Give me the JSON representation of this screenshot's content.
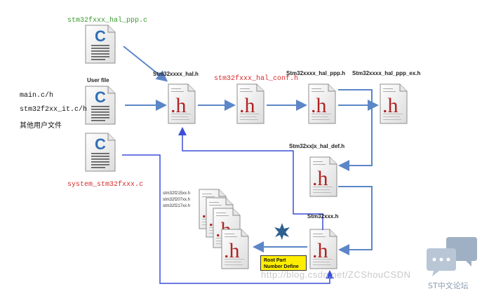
{
  "labels": {
    "hal_ppp_c": "stm32fxxx_hal_ppp.c",
    "user_file": "User file",
    "main_c": "main.c/h",
    "it_c": "stm32f2xx_it.c/h",
    "other_files": "其他用户文件",
    "system_c": "system_stm32fxxx.c",
    "hal_h": "Stm32xxxx_hal.h",
    "hal_conf_h": "stm32fxxx_hal_conf.h",
    "hal_ppp_h": "Stm32xxxx_hal_ppp.h",
    "hal_ppp_ex_h": "Stm32xxxx_hal_ppp_ex.h",
    "hal_def_h": "Stm32xx|x_hal_def.h",
    "stm32xxx_h": "Stm32xxx.h",
    "device_headers": [
      "stm32f215xx.h",
      "stm32f207xx.h",
      "stm32f217xx.h"
    ],
    "root_part_line1": "Root Part",
    "root_part_line2": "Number Define",
    "watermark": "http://blog.csdn.net/ZCShouCSDN",
    "logo_text": "ST中文论坛"
  },
  "icons": {
    "c_letter": "C",
    "h_letter": ".h"
  },
  "colors": {
    "arrow": "#5b86c7",
    "loop_line": "#3b4fd8",
    "c_icon": "#2f6fb5",
    "h_icon": "#b02424",
    "green_label": "#3a9a2e",
    "red_label": "#d62b2b",
    "note_bg": "#ffee00"
  }
}
